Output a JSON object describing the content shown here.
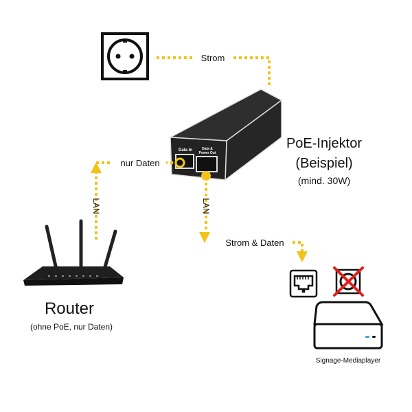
{
  "colors": {
    "accent": "#f2c31a",
    "device": "#2a2a2a",
    "cross": "#e0201b"
  },
  "labels": {
    "strom": "Strom",
    "nur_daten": "nur Daten",
    "lan_router": "LAN",
    "lan_player": "LAN",
    "strom_daten": "Strom & Daten"
  },
  "injector": {
    "title": "PoE-Injektor",
    "subtitle": "(Beispiel)",
    "note": "(mind. 30W)",
    "port_in": "Data In",
    "port_out_1": "Data &",
    "port_out_2": "Power Out"
  },
  "router": {
    "title": "Router",
    "note": "(ohne PoE, nur Daten)"
  },
  "player": {
    "title": "Signage-Mediaplayer"
  },
  "icons": [
    "power-socket-icon",
    "poe-injector-icon",
    "router-icon",
    "ethernet-port-icon",
    "crossed-power-socket-icon",
    "mediaplayer-icon"
  ]
}
